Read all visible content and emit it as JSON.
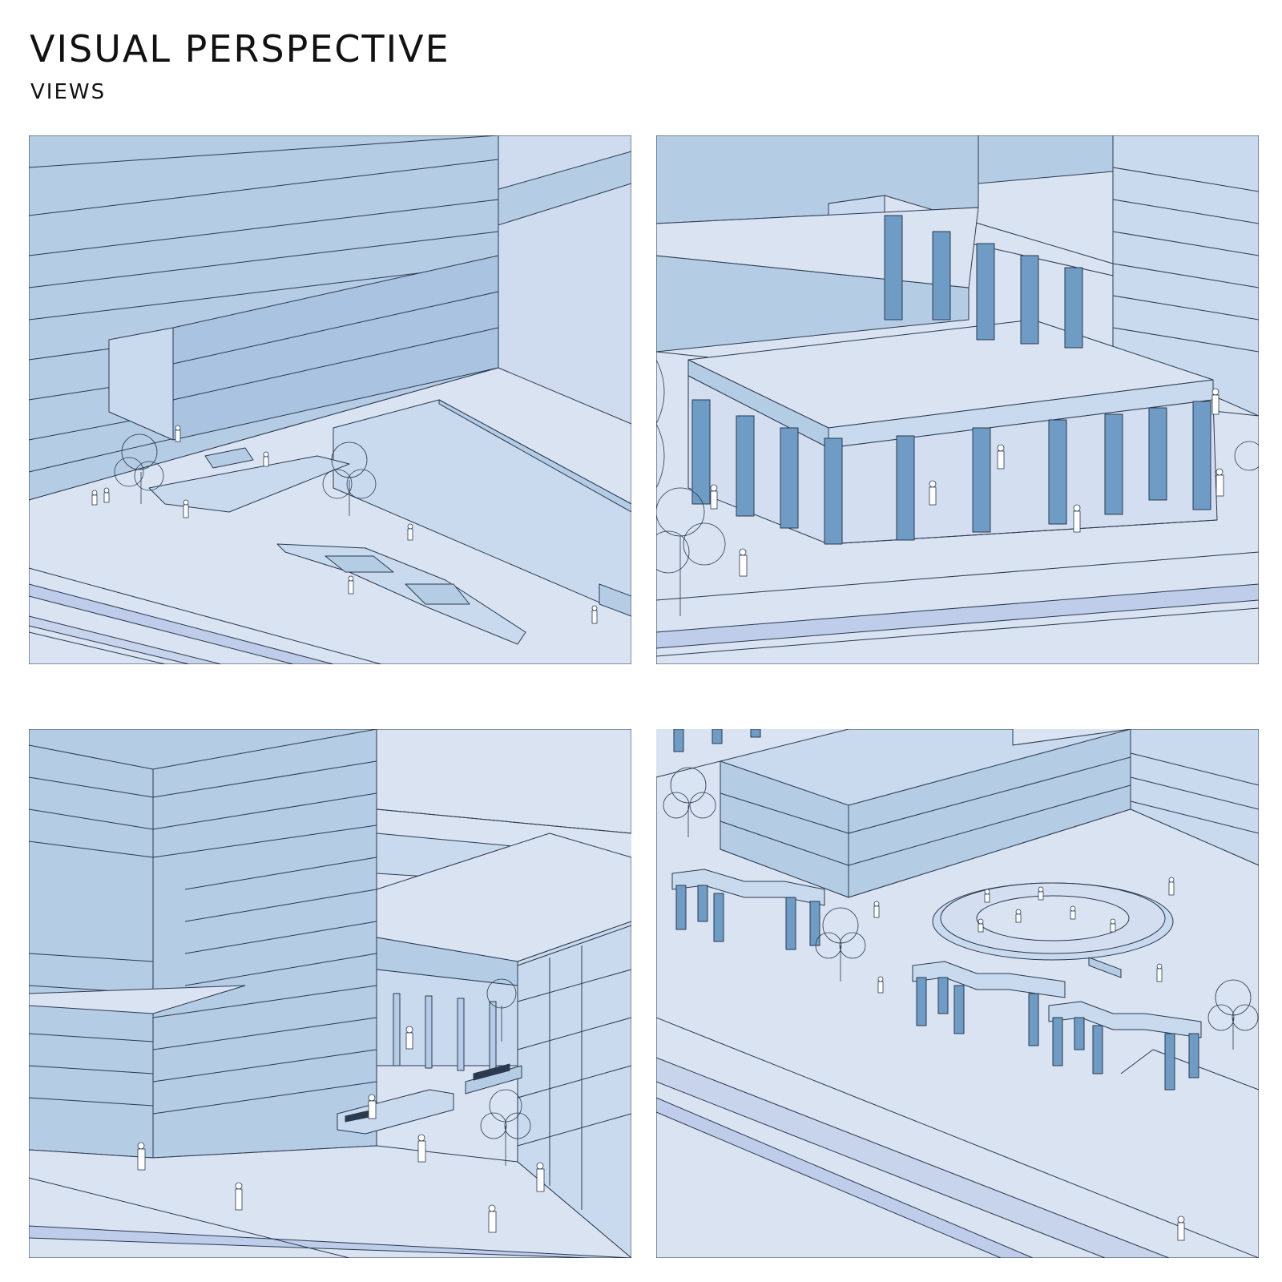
{
  "header": {
    "title": "VISUAL PERSPECTIVE",
    "subtitle": "VIEWS"
  },
  "colors": {
    "background": "#ffffff",
    "ground": "#d9e3f2",
    "building_light": "#c9daee",
    "building_mid": "#b4cce4",
    "building_dark": "#a9c3e0",
    "column": "#6f9cc4",
    "outline": "#2a3a4f",
    "road_strip": "#bfcdea"
  },
  "panels": [
    {
      "name": "view-1",
      "subject": "plaza with landscaped seating and trees"
    },
    {
      "name": "view-2",
      "subject": "colonnaded canopy over public square"
    },
    {
      "name": "view-3",
      "subject": "courtyard between terraced blocks with benches"
    },
    {
      "name": "view-4",
      "subject": "amphitheatre with curved pavilions"
    }
  ]
}
